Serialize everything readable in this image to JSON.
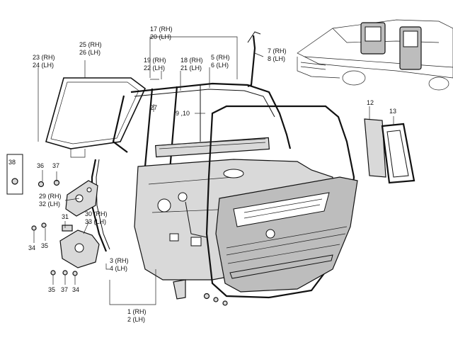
{
  "labels": [
    {
      "text": "17 (RH)"
    },
    {
      "text": "20 (LH)"
    },
    {
      "text": "25 (RH)"
    },
    {
      "text": "26 (LH)"
    },
    {
      "text": "23 (RH)"
    },
    {
      "text": "24 (LH)"
    },
    {
      "text": "19 (RH)"
    },
    {
      "text": "22 (LH)"
    },
    {
      "text": "18 (RH)"
    },
    {
      "text": "21 (LH)"
    },
    {
      "text": "5 (RH)"
    },
    {
      "text": "6 (LH)"
    },
    {
      "text": "7 (RH)"
    },
    {
      "text": "8 (LH)"
    },
    {
      "text": "27"
    },
    {
      "text": "9 ,10"
    },
    {
      "text": "12"
    },
    {
      "text": "13"
    },
    {
      "text": "38"
    },
    {
      "text": "36"
    },
    {
      "text": "37"
    },
    {
      "text": "29 (RH)"
    },
    {
      "text": "32 (LH)"
    },
    {
      "text": "31"
    },
    {
      "text": "30 (RH)"
    },
    {
      "text": "33 (LH)"
    },
    {
      "text": "34"
    },
    {
      "text": "35"
    },
    {
      "text": "3 (RH)"
    },
    {
      "text": "4 (LH)"
    },
    {
      "text": "35"
    },
    {
      "text": "37"
    },
    {
      "text": "34"
    },
    {
      "text": "1 (RH)"
    },
    {
      "text": "2 (LH)"
    }
  ]
}
